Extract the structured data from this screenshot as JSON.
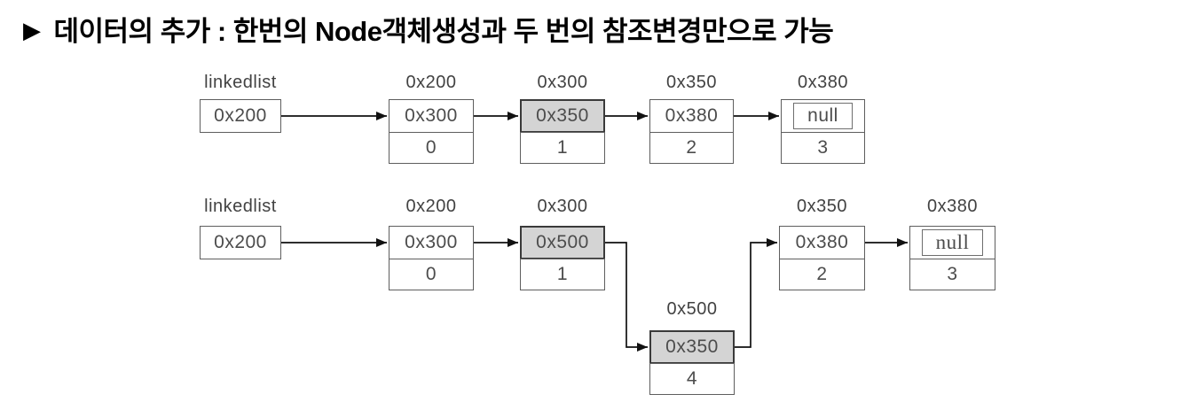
{
  "title": {
    "bullet": "▶",
    "text": "데이터의 추가 : 한번의 Node객체생성과 두 번의 참조변경만으로 가능"
  },
  "d1": {
    "pointer": {
      "label": "linkedlist",
      "value": "0x200"
    },
    "nodes": [
      {
        "address": "0x200",
        "next": "0x300",
        "data": "0"
      },
      {
        "address": "0x300",
        "next": "0x350",
        "data": "1"
      },
      {
        "address": "0x350",
        "next": "0x380",
        "data": "2"
      },
      {
        "address": "0x380",
        "next": "null",
        "data": "3"
      }
    ]
  },
  "d2": {
    "pointer": {
      "label": "linkedlist",
      "value": "0x200"
    },
    "nodes": [
      {
        "address": "0x200",
        "next": "0x300",
        "data": "0"
      },
      {
        "address": "0x300",
        "next": "0x500",
        "data": "1"
      },
      {
        "address": "0x350",
        "next": "0x380",
        "data": "2"
      },
      {
        "address": "0x380",
        "next": "null",
        "data": "3"
      }
    ],
    "new_node": {
      "address": "0x500",
      "next": "0x350",
      "data": "4"
    }
  },
  "colors": {
    "shaded_fill": "#d4d4d4",
    "box_border": "#5e5e5e",
    "shaded_border": "#3a3a3a",
    "arrow": "#111111",
    "label_text": "#424242",
    "cell_text": "#4c4c4c",
    "title_text": "#000000"
  }
}
